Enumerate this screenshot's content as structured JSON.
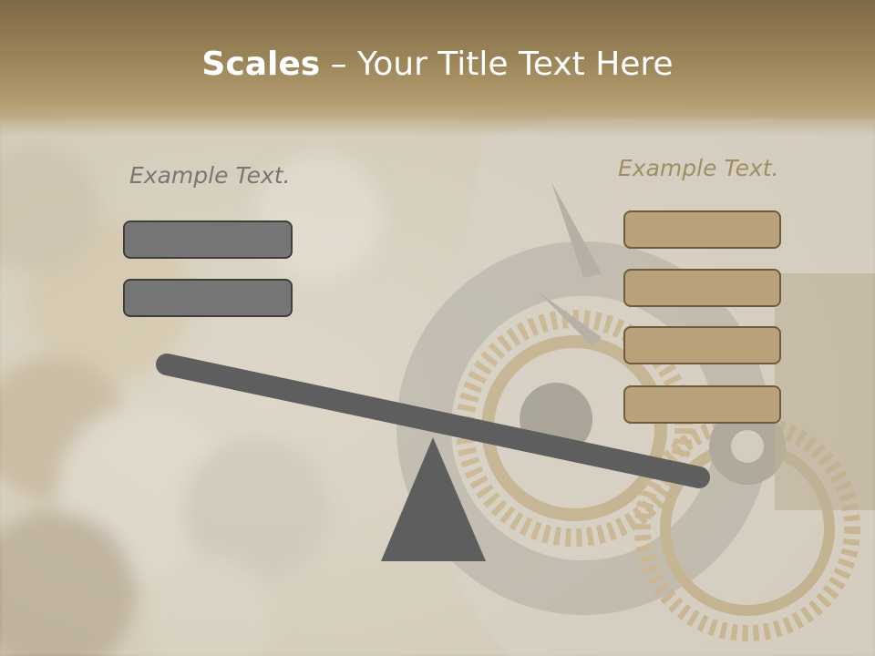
{
  "title": {
    "bold": "Scales",
    "rest": " – Your Title Text Here"
  },
  "left_label": "Example Text.",
  "right_label": "Example Text.",
  "left_boxes": [
    "",
    ""
  ],
  "right_boxes": [
    "",
    "",
    "",
    ""
  ],
  "colors": {
    "title_bar": "#9c8559",
    "title_text": "#ffffff",
    "left_label": "#777777",
    "right_label": "#a38e63",
    "gray_box": "#767676",
    "tan_box": "#b9a27a",
    "beam": "#5e5e5e",
    "fulcrum": "#5e5e5e"
  },
  "beam_tilt": "left-up"
}
